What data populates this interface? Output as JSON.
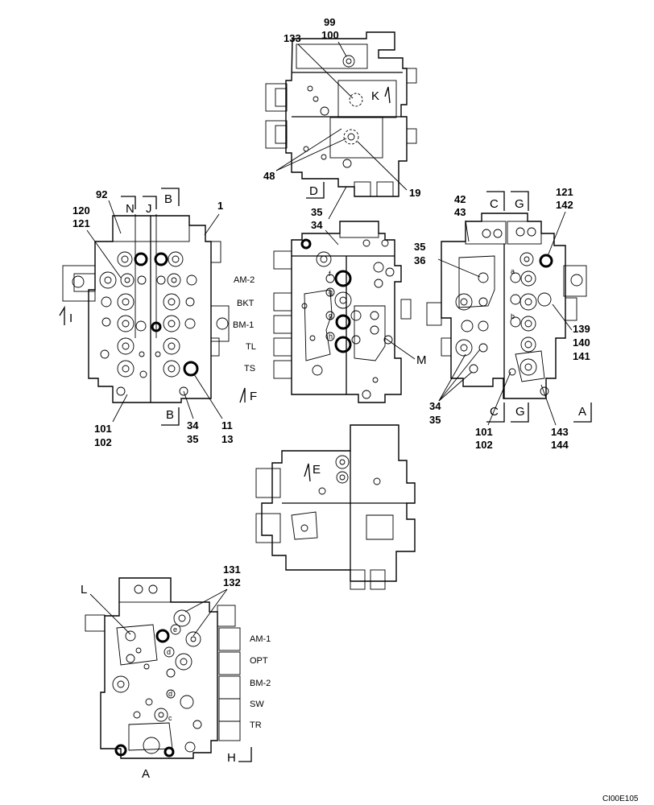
{
  "drawing_code": "CI00E105",
  "views": {
    "top": {
      "parts": {
        "p99_100": [
          "99",
          "100"
        ],
        "p133": "133",
        "p48": "48",
        "p19": "19"
      },
      "section_marks": {
        "K": "K",
        "D": "D"
      }
    },
    "left": {
      "parts": {
        "p92": "92",
        "p120_121": [
          "120",
          "121"
        ],
        "p1": "1",
        "p101_102": [
          "101",
          "102"
        ],
        "p34_35": [
          "34",
          "35"
        ],
        "p11_13": [
          "11",
          "13"
        ]
      },
      "section_marks": {
        "N": "N",
        "J": "J",
        "B_top": "B",
        "I": "I",
        "B_bottom": "B"
      }
    },
    "center": {
      "parts": {
        "p35_34": [
          "35",
          "34"
        ]
      },
      "section_marks": {
        "M": "M",
        "F": "F"
      },
      "ports": [
        "AM-2",
        "BKT",
        "BM-1",
        "TL",
        "TS"
      ],
      "spool_letters": [
        "f",
        "g",
        "g",
        "h"
      ]
    },
    "right": {
      "parts": {
        "p42_43": [
          "42",
          "43"
        ],
        "p121_142": [
          "121",
          "142"
        ],
        "p35_36": [
          "35",
          "36"
        ],
        "p139_141": [
          "139",
          "140",
          "141"
        ],
        "p34_35": [
          "34",
          "35"
        ],
        "p101_102": [
          "101",
          "102"
        ],
        "p143_144": [
          "143",
          "144"
        ]
      },
      "section_marks": {
        "C_top": "C",
        "G_top": "G",
        "C_bottom": "C",
        "G_bottom": "G",
        "A": "A"
      },
      "spool_letters": [
        "a",
        "b"
      ]
    },
    "bottom_center": {
      "section_marks": {
        "E": "E"
      }
    },
    "bottom_left": {
      "parts": {
        "p131_132": [
          "131",
          "132"
        ]
      },
      "section_marks": {
        "L": "L",
        "H": "H"
      },
      "ports": [
        "AM-1",
        "OPT",
        "BM-2",
        "SW",
        "TR"
      ],
      "view_label": "A",
      "spool_letters": [
        "e",
        "d",
        "d",
        "c"
      ]
    }
  }
}
